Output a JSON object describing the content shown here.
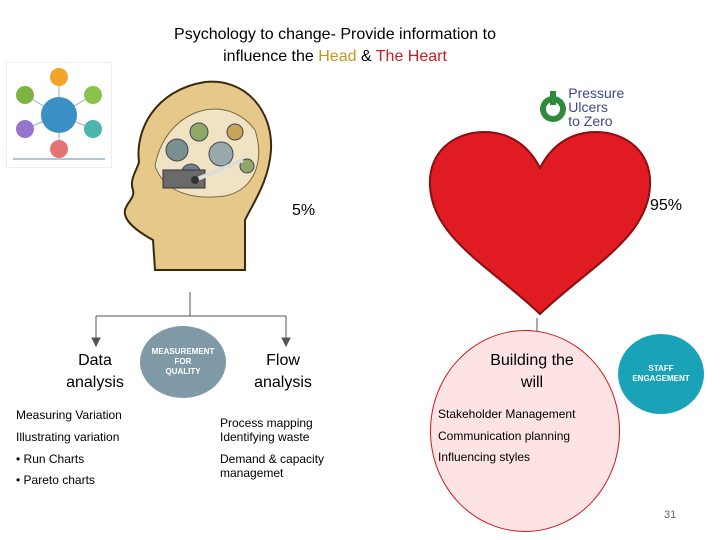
{
  "title": {
    "line1": "Psychology to change- Provide information to",
    "line2_prefix": "influence the ",
    "head_word": "Head",
    "amp": " & ",
    "heart_word": "The Heart"
  },
  "logo": {
    "line1": "Pressure Ulcers",
    "line2": "to Zero"
  },
  "percent_head": "5%",
  "percent_heart": "95%",
  "columns": {
    "data_analysis": {
      "title_line1": "Data",
      "title_line2": "analysis",
      "items": [
        "Measuring Variation",
        "Illustrating variation",
        "• Run Charts",
        "• Pareto charts"
      ]
    },
    "flow_analysis": {
      "title_line1": "Flow",
      "title_line2": "analysis",
      "items": [
        "Process mapping",
        "Identifying waste",
        "Demand & capacity",
        "managemet"
      ]
    },
    "building_will": {
      "title_line1": "Building the",
      "title_line2": "will",
      "items": [
        "Stakeholder Management",
        "Communication planning",
        "Influencing styles"
      ]
    }
  },
  "badges": {
    "measurement": [
      "MEASUREMENT",
      "FOR",
      "QUALITY"
    ],
    "staff": [
      "STAFF",
      "ENGAGEMENT"
    ]
  },
  "page_number": "31",
  "colors": {
    "head_word": "#c8961e",
    "heart_word": "#cc1b1b",
    "heart_fill": "#e11b22",
    "head_fill": "#e6c98a",
    "badge_gray": "#7f9aa6",
    "badge_teal": "#1aa3b8",
    "circle_fill": "#fde3e3",
    "circle_stroke": "#cc1b1b"
  }
}
